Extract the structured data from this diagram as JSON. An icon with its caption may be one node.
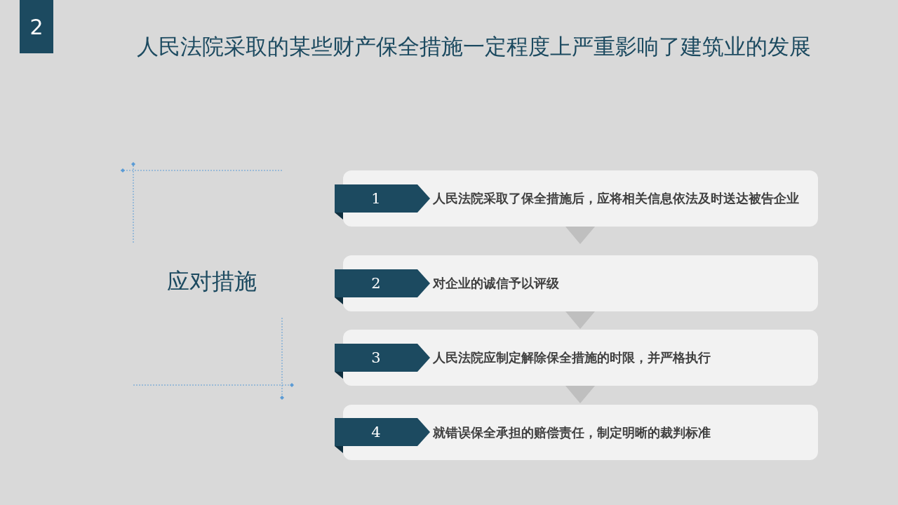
{
  "diagram": {
    "title": "人民法院采取的某些财产保全措施一定程度上严重影响了建筑业的发展",
    "nodes": [
      {
        "text": [
          "2"
        ]
      },
      {
        "text": [
          "1"
        ]
      },
      {
        "text": [
          "人民法院采取了保全措施后，应将相关信息依法及时送达被告企业"
        ]
      },
      {
        "text": [
          "2"
        ]
      },
      {
        "text": [
          "对企业的诚信予以评级"
        ]
      },
      {
        "text": [
          "3"
        ]
      },
      {
        "text": [
          "人民法院应制定解除保全措施的时限，并严格执行"
        ]
      },
      {
        "text": [
          "4"
        ]
      },
      {
        "text": [
          "就错误保全承担的赔偿责任，制定明晰的裁判标准"
        ]
      }
    ],
    "edges": [
      {
        "from": 2,
        "to": 4,
        "arrow": "to"
      },
      {
        "from": 4,
        "to": 6,
        "arrow": "to"
      },
      {
        "from": 6,
        "to": 8,
        "arrow": "to"
      }
    ],
    "labels": [
      "应对措施"
    ]
  }
}
